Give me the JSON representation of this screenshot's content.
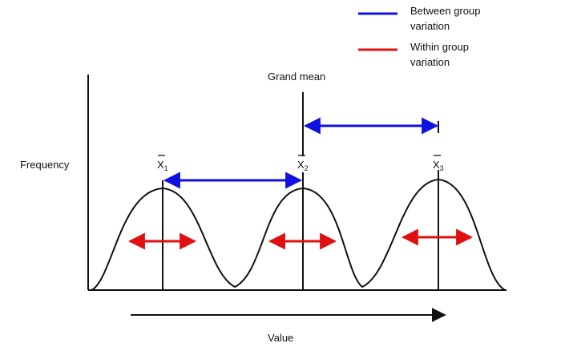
{
  "legend": {
    "between": {
      "line1": "Between group",
      "line2": "variation",
      "color": "#1010e0"
    },
    "within": {
      "line1": "Within group",
      "line2": "variation",
      "color": "#e01010"
    }
  },
  "labels": {
    "grand_mean": "Grand mean",
    "frequency": "Frequency",
    "value": "Value"
  },
  "means": [
    {
      "symbol": "X",
      "sub": "1"
    },
    {
      "symbol": "X",
      "sub": "2"
    },
    {
      "symbol": "X",
      "sub": "3"
    }
  ]
}
